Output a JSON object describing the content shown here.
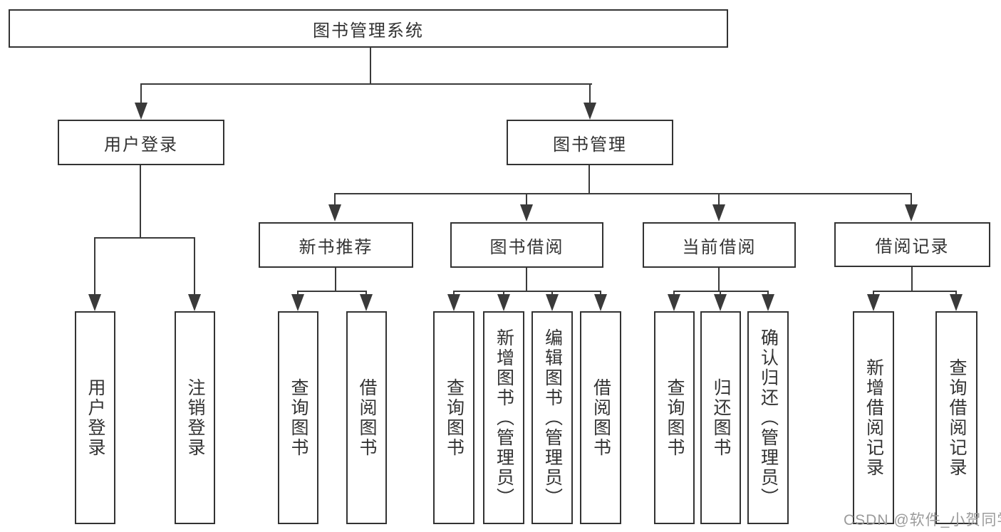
{
  "diagram": {
    "root": {
      "label": "图书管理系统"
    },
    "groups": [
      {
        "label": "用户登录",
        "leaves": [
          "用户登录",
          "注销登录"
        ]
      },
      {
        "label": "图书管理",
        "sections": [
          {
            "label": "新书推荐",
            "leaves": [
              "查询图书",
              "借阅图书"
            ]
          },
          {
            "label": "图书借阅",
            "leaves": [
              "查询图书",
              "新增图书（管理员）",
              "编辑图书（管理员）",
              "借阅图书"
            ]
          },
          {
            "label": "当前借阅",
            "leaves": [
              "查询图书",
              "归还图书",
              "确认归还（管理员）"
            ]
          },
          {
            "label": "借阅记录",
            "leaves": [
              "新增借阅记录",
              "查询借阅记录"
            ]
          }
        ]
      }
    ]
  },
  "watermark": "CSDN @软件_小贺同学",
  "colors": {
    "line": "#3a3a3a",
    "box_border": "#333333",
    "text": "#333333",
    "watermark": "#9b9b9b",
    "background": "#ffffff"
  }
}
